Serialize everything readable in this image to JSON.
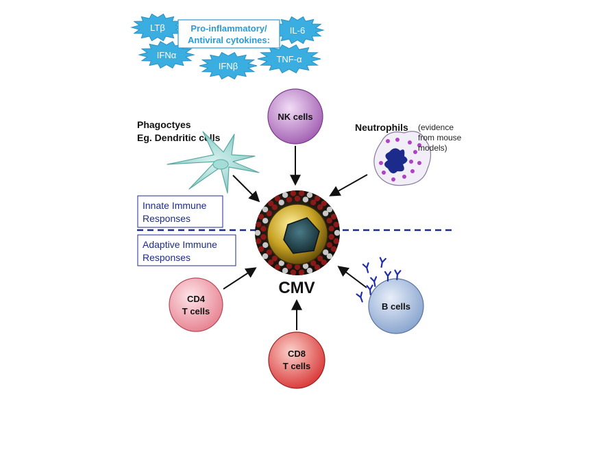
{
  "cytokines": {
    "header_line1": "Pro-inflammatory/",
    "header_line2": "Antiviral cytokines:",
    "items": [
      "LTβ",
      "IL-6",
      "IFNα",
      "IFNβ",
      "TNF-α"
    ]
  },
  "cells": {
    "nk": "NK cells",
    "cd4_line1": "CD4",
    "cd4_line2": "T cells",
    "cd8_line1": "CD8",
    "cd8_line2": "T cells",
    "b": "B cells"
  },
  "labels": {
    "phagocytes_line1": "Phagoctyes",
    "phagocytes_line2": "Eg. Dendritic cells",
    "neutrophils": "Neutrophils",
    "neutrophils_note1": "(evidence",
    "neutrophils_note2": "from mouse",
    "neutrophils_note3": "models)",
    "innate_line1": "Innate Immune",
    "innate_line2": "Responses",
    "adaptive_line1": "Adaptive Immune",
    "adaptive_line2": "Responses",
    "virus": "CMV"
  },
  "colors": {
    "cytokine_star": "#3aaee0",
    "cytokine_text": "#2a9ad6",
    "nk": "#a05cb0",
    "cd4": "#e88896",
    "cd8": "#dc3c3c",
    "b": "#8aa6d0",
    "antibody": "#1f2ea8",
    "divider": "#1c2a8c",
    "dendritic": "#8fd0cc",
    "neutrophil_granule": "#b040c8",
    "neutrophil_nucleus": "#1c2a8c"
  }
}
